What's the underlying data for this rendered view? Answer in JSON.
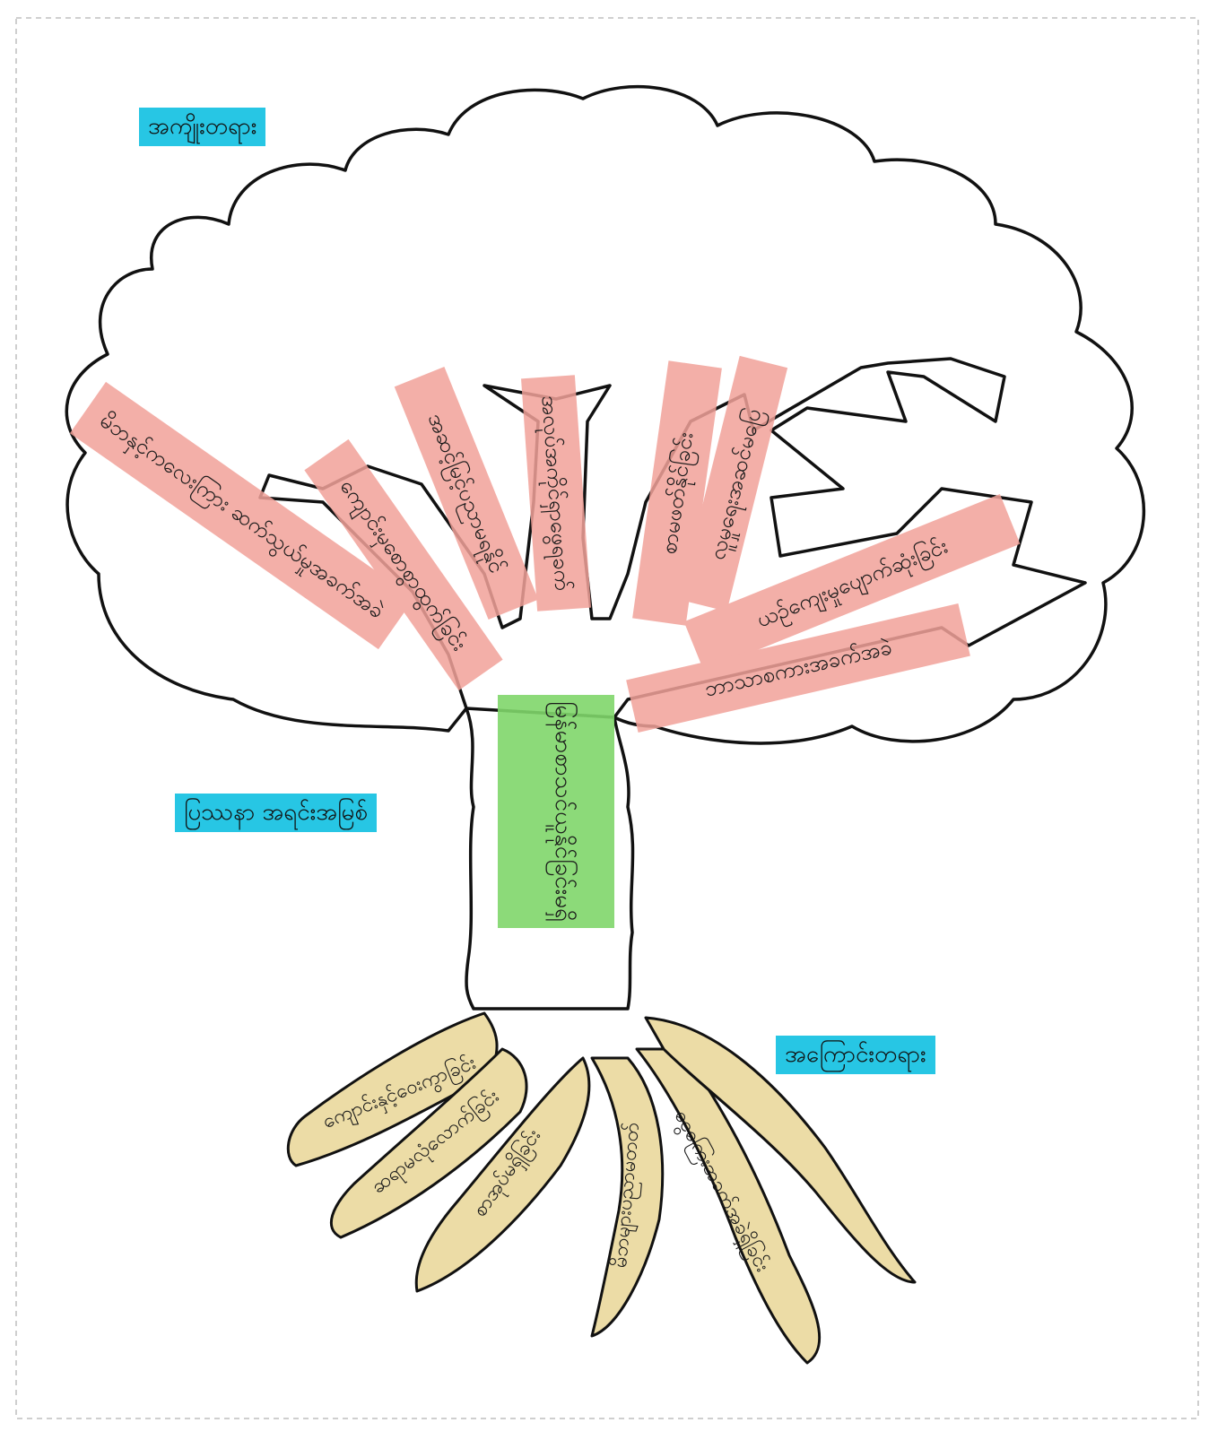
{
  "section_labels": {
    "fruits": "အကျိုးတရား",
    "root_problem": "ပြဿနာ အရင်းအမြစ်",
    "causes": "အကြောင်းတရား"
  },
  "trunk": {
    "core_problem": "မြန်မာစာသင်ယူနိုင်ခြင်းမရှိ"
  },
  "branches": [
    "မိဘနှင့်ကလေးကြား ဆက်သွယ်မှုအခက်အခဲ",
    "ကျောင်းမှစောစွာထွက်ခြင်း",
    "အဆင့်မြင့်ပညာမရနိုင်",
    "အလုပ်အကိုင်ရှာဖွေရခက်",
    "စာမဖတ်နိုင်ခြင်း",
    "လူမှုရေးအဆင်မပြေ",
    "ယဉ်ကျေးမှုပျောက်ဆုံးခြင်း",
    "ဘာသာစကားအခက်အခဲ"
  ],
  "roots": [
    "ကျောင်းနှင့်ဝေးကွာခြင်း",
    "ဆရာမလုံလောက်ခြင်း",
    "စာအုပ်မရှိခြင်း",
    "မိဘများပညာမတတ်",
    "ငွေကြေးအခက်အခဲရှိခြင်း"
  ],
  "colors": {
    "label_bg": "#27c6e4",
    "branch_fill": "#f2a29a",
    "trunk_fill": "#7fd66a",
    "root_fill": "#ecdca6",
    "outline": "#111111"
  }
}
